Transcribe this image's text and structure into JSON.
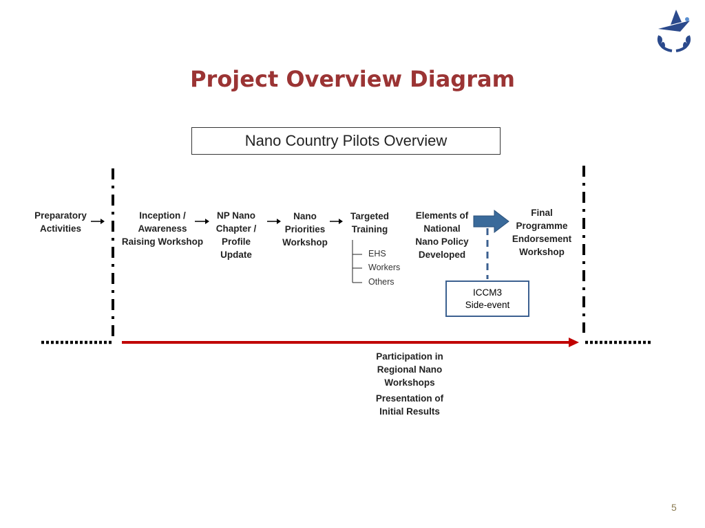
{
  "slide": {
    "title": "Project Overview Diagram",
    "page_number": "5"
  },
  "header_box": "Nano Country Pilots Overview",
  "steps": [
    {
      "lines": [
        "Preparatory",
        "Activities"
      ]
    },
    {
      "lines": [
        "Inception /",
        "Awareness",
        "Raising Workshop"
      ]
    },
    {
      "lines": [
        "NP Nano",
        "Chapter /",
        "Profile",
        "Update"
      ]
    },
    {
      "lines": [
        "Nano",
        "Priorities",
        "Workshop"
      ]
    },
    {
      "lines": [
        "Targeted",
        "Training"
      ]
    },
    {
      "lines": [
        "Elements of",
        "National",
        "Nano Policy",
        "Developed"
      ]
    },
    {
      "lines": [
        "Final",
        "Programme",
        "Endorsement",
        "Workshop"
      ]
    }
  ],
  "training_items": [
    "EHS",
    "Workers",
    "Others"
  ],
  "side_event": {
    "lines": [
      "ICCM3",
      "Side-event"
    ]
  },
  "timeline_notes": [
    {
      "lines": [
        "Participation in",
        "Regional Nano",
        "Workshops"
      ]
    },
    {
      "lines": [
        "Presentation of",
        "Initial Results"
      ]
    }
  ],
  "colors": {
    "title": "#9b3434",
    "timeline_arrow": "#c00000",
    "block_arrow": "#3a6a9a",
    "side_event_border": "#3a5f8f",
    "logo_blue": "#2b4a8c"
  },
  "icons": {
    "logo": "sailfish-laurel-logo"
  }
}
